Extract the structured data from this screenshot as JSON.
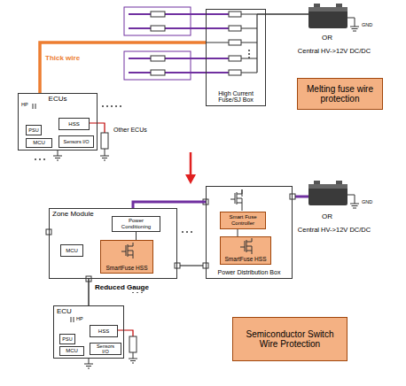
{
  "diagram": {
    "nodes": [
      {
        "text": [
          "ECUs"
        ]
      },
      {
        "text": [
          "PSU"
        ],
        "in": 0
      },
      {
        "text": [
          "HSS"
        ],
        "in": 0
      },
      {
        "text": [
          "MCU"
        ],
        "in": 0
      },
      {
        "text": [
          "Sensors I/O"
        ],
        "in": 0
      },
      {
        "text": [
          "High Current Fuse/SJ Box"
        ]
      },
      {
        "text": [
          "Melting fuse wire protection"
        ]
      },
      {
        "text": [
          "Zone Module"
        ]
      },
      {
        "text": [
          "Power Conditioning"
        ],
        "in": 7
      },
      {
        "text": [
          "MCU"
        ],
        "in": 7
      },
      {
        "text": [
          "SmartFuse HSS"
        ],
        "in": 7
      },
      {
        "text": [
          "Power Distribution Box"
        ]
      },
      {
        "text": [
          "Smart Fuse Controller"
        ],
        "in": 11
      },
      {
        "text": [
          "SmartFuse HSS"
        ],
        "in": 11
      },
      {
        "text": [
          "ECU"
        ]
      },
      {
        "text": [
          "PSU"
        ],
        "in": 14
      },
      {
        "text": [
          "HSS"
        ],
        "in": 14
      },
      {
        "text": [
          "MCU"
        ],
        "in": 14
      },
      {
        "text": [
          "Sensors I/O"
        ],
        "in": 14
      },
      {
        "text": [
          "Semiconductor Switch Wire Protection"
        ]
      }
    ],
    "edges": [
      {
        "from": 0,
        "to": 5,
        "label": "Thick wire",
        "arrow": "none"
      },
      {
        "from": 7,
        "to": 11,
        "arrow": "none"
      },
      {
        "from": 8,
        "to": 10,
        "arrow": "none"
      },
      {
        "from": 12,
        "to": 13,
        "arrow": "none"
      },
      {
        "from": 14,
        "to": 7,
        "label": "Reduced Gauge",
        "arrow": "none"
      }
    ],
    "labels": [
      "Other ECUs",
      "OR",
      "GND",
      "Central HV->12V DC/DC",
      "HP",
      "OR",
      "GND",
      "Central HV->12V DC/DC",
      "HP"
    ]
  }
}
